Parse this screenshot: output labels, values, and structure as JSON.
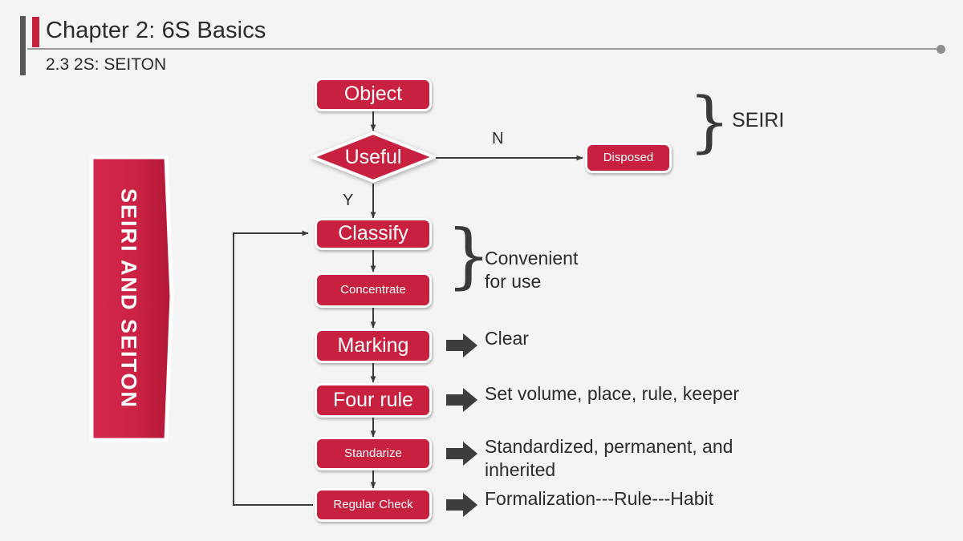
{
  "header": {
    "title": "Chapter 2: 6S Basics",
    "subtitle": "2.3 2S: SEITON"
  },
  "banner": {
    "label": "SEIRI AND SEITON",
    "color": "#c8203f"
  },
  "colors": {
    "node_red": "#c8203f",
    "background": "#f4f4f4",
    "text_dark": "#2b2b2b",
    "arrow_gray": "#3d3d3d",
    "rule_gray": "#9a9a9a"
  },
  "flowchart": {
    "nodes": [
      {
        "id": "object",
        "label": "Object",
        "shape": "rounded-rect",
        "size": "big"
      },
      {
        "id": "useful",
        "label": "Useful",
        "shape": "diamond",
        "size": "big"
      },
      {
        "id": "disposed",
        "label": "Disposed",
        "shape": "rounded-rect",
        "size": "small"
      },
      {
        "id": "classify",
        "label": "Classify",
        "shape": "rounded-rect",
        "size": "big"
      },
      {
        "id": "concentrate",
        "label": "Concentrate",
        "shape": "rounded-rect",
        "size": "small"
      },
      {
        "id": "marking",
        "label": "Marking",
        "shape": "rounded-rect",
        "size": "big"
      },
      {
        "id": "four-rule",
        "label": "Four rule",
        "shape": "rounded-rect",
        "size": "big"
      },
      {
        "id": "standarize",
        "label": "Standarize",
        "shape": "rounded-rect",
        "size": "small"
      },
      {
        "id": "regular-check",
        "label": "Regular Check",
        "shape": "rounded-rect",
        "size": "small"
      }
    ],
    "edge_labels": {
      "no": "N",
      "yes": "Y"
    }
  },
  "annotations": {
    "seiri": "SEIRI",
    "convenient": "Convenient\nfor use",
    "convenient_line1": "Convenient",
    "convenient_line2": "for use",
    "clear": "Clear",
    "four_rule_desc": "Set volume, place, rule, keeper",
    "standarize_desc_line1": "Standardized,   permanent,   and",
    "standarize_desc_line2": "inherited",
    "regular_check_desc": "Formalization---Rule---Habit"
  }
}
